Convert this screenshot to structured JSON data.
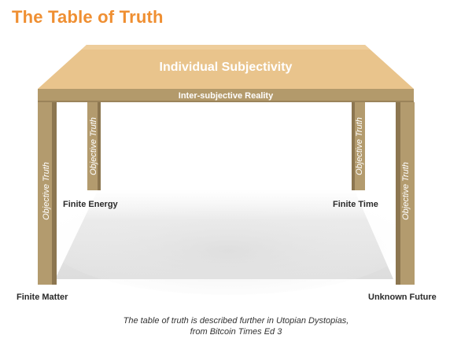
{
  "title": "The Table of Truth",
  "table": {
    "top_label": "Individual Subjectivity",
    "band_label": "Inter-subjective Reality",
    "leg_label": "Objective Truth"
  },
  "corners": {
    "front_left": "Finite Matter",
    "back_left": "Finite Energy",
    "back_right": "Finite Time",
    "front_right": "Unknown Future"
  },
  "caption": {
    "line1": "The table of truth is described further in Utopian Dystopias,",
    "line2": "from Bitcoin Times Ed 3"
  },
  "colors": {
    "title": "#ef8f32",
    "tabletop": "#e9c48c",
    "band": "#b39a6b",
    "leg": "#b39b6e",
    "leg_shade": "#8c7650"
  }
}
